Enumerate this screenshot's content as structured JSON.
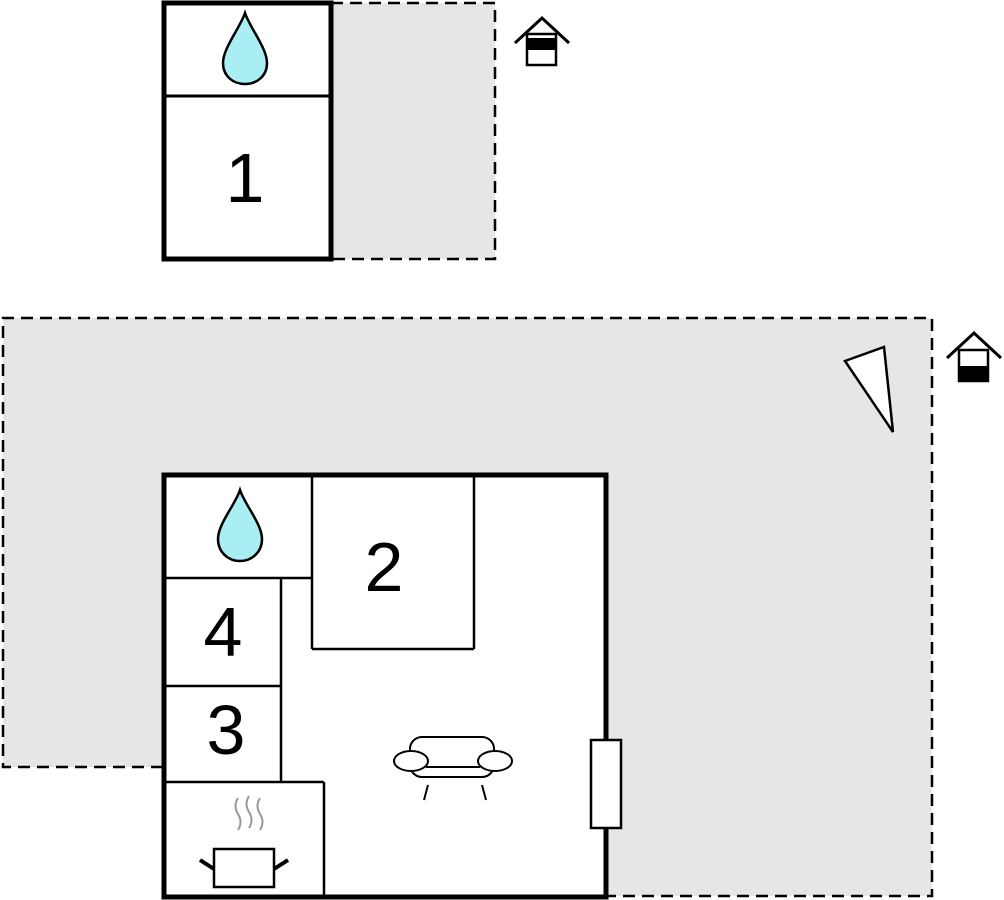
{
  "colors": {
    "outdoor_area": "#e6e6e6",
    "wall": "#000000",
    "water": "#a8eef2",
    "background": "#ffffff"
  },
  "annex": {
    "rooms": [
      {
        "label": "1",
        "type": "bedroom"
      }
    ],
    "icons": [
      "water-drop-icon",
      "house-icon"
    ]
  },
  "main_house": {
    "rooms": [
      {
        "label": "2",
        "type": "bedroom"
      },
      {
        "label": "4",
        "type": "bedroom"
      },
      {
        "label": "3",
        "type": "bedroom"
      }
    ],
    "icons": [
      "water-drop-icon",
      "sofa-icon",
      "cooking-pot-icon",
      "door-icon",
      "house-icon",
      "compass-arrow-icon"
    ]
  }
}
